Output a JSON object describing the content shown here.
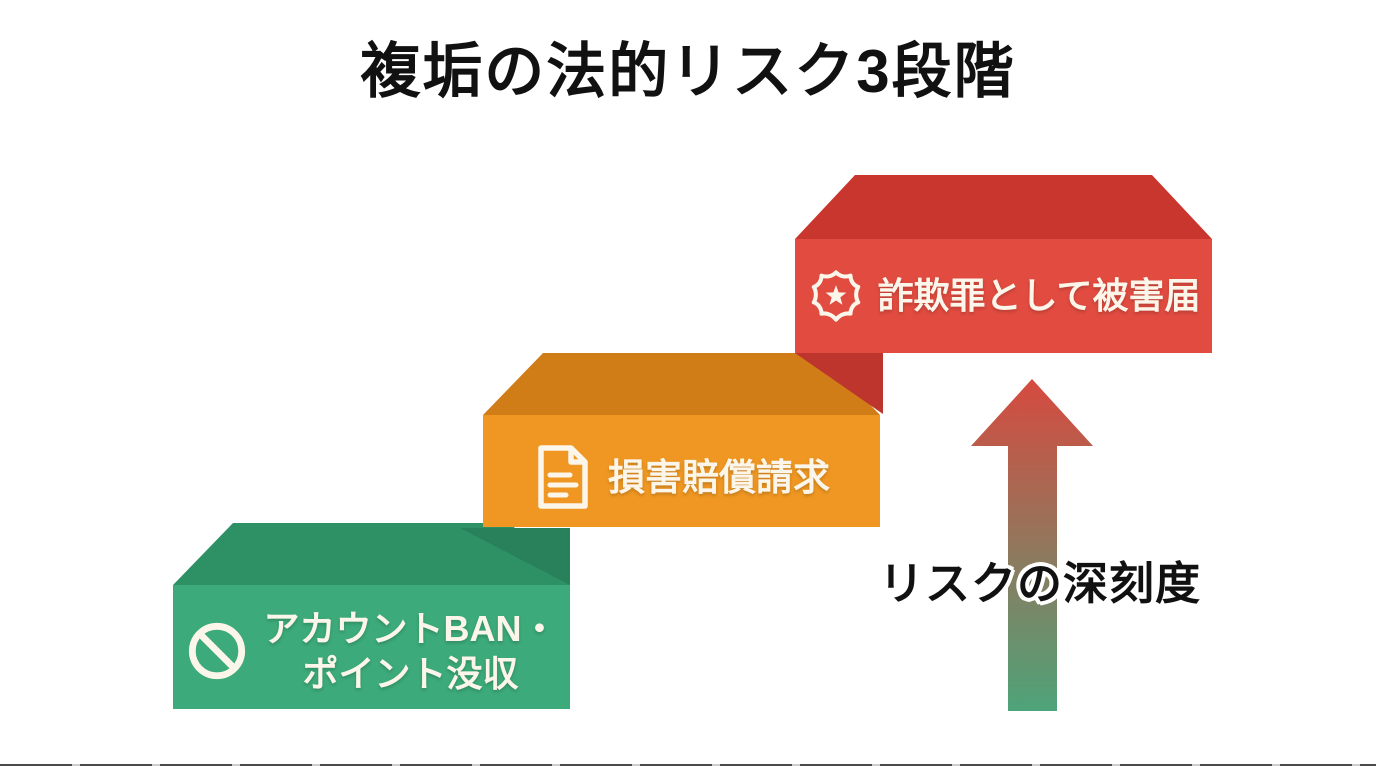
{
  "title": "複垢の法的リスク3段階",
  "colors": {
    "background": "#ffffff",
    "title_text": "#111111",
    "step_label_text": "#fcf6ea",
    "arrow_label_text": "#111111"
  },
  "steps": [
    {
      "rank": 1,
      "icon": "prohibition-icon",
      "label_line1": "アカウントBAN・",
      "label_line2": "ポイント没収",
      "front_color": "#3caa7a",
      "top_color": "#2e9065",
      "shadow_color": "#28815a"
    },
    {
      "rank": 2,
      "icon": "document-icon",
      "label": "損害賠償請求",
      "front_color": "#ef9722",
      "top_color": "#d07d17"
    },
    {
      "rank": 3,
      "icon": "police-badge-icon",
      "label": "詐欺罪として被害届",
      "front_color": "#e14b40",
      "top_color": "#c8362e",
      "shadow_color": "#bd352c"
    }
  ],
  "severity_arrow": {
    "label": "リスクの深刻度",
    "gradient_top_color": "#d64a3f",
    "gradient_bottom_color": "#4ea379"
  }
}
